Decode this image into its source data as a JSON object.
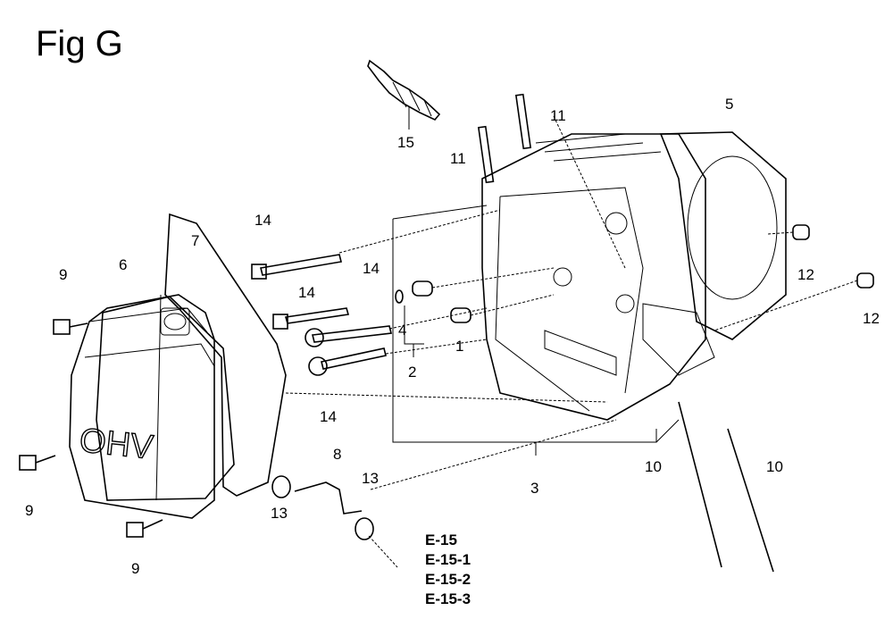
{
  "title": "Fig G",
  "callouts": [
    "15",
    "11",
    "11",
    "5",
    "14",
    "7",
    "6",
    "9",
    "14",
    "14",
    "4",
    "1",
    "2",
    "12",
    "12",
    "14",
    "9",
    "8",
    "13",
    "13",
    "3",
    "10",
    "10",
    "9"
  ],
  "references": [
    "E-15",
    "E-15-1",
    "E-15-2",
    "E-15-3"
  ],
  "cover_text": "OHV"
}
